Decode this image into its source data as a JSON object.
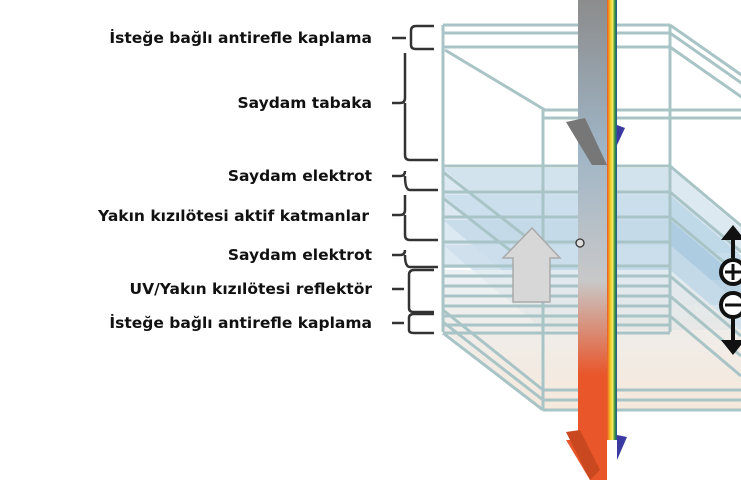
{
  "labels": [
    "İsteğe bağlı antirefle kaplama",
    "Saydam tabaka",
    "Saydam elektrot",
    "Yakın kızılötesi aktif katmanlar",
    "Saydam elektrot",
    "UV/Yakın kızılötesi reflektör",
    "İsteğe bağlı antirefle kaplama"
  ],
  "colors": {
    "frame": "#a9c4c6",
    "active": "#9cc3dd",
    "beam_grey": "#8f8f8f",
    "beam_out": "#e8562a",
    "bracket": "#333333"
  }
}
